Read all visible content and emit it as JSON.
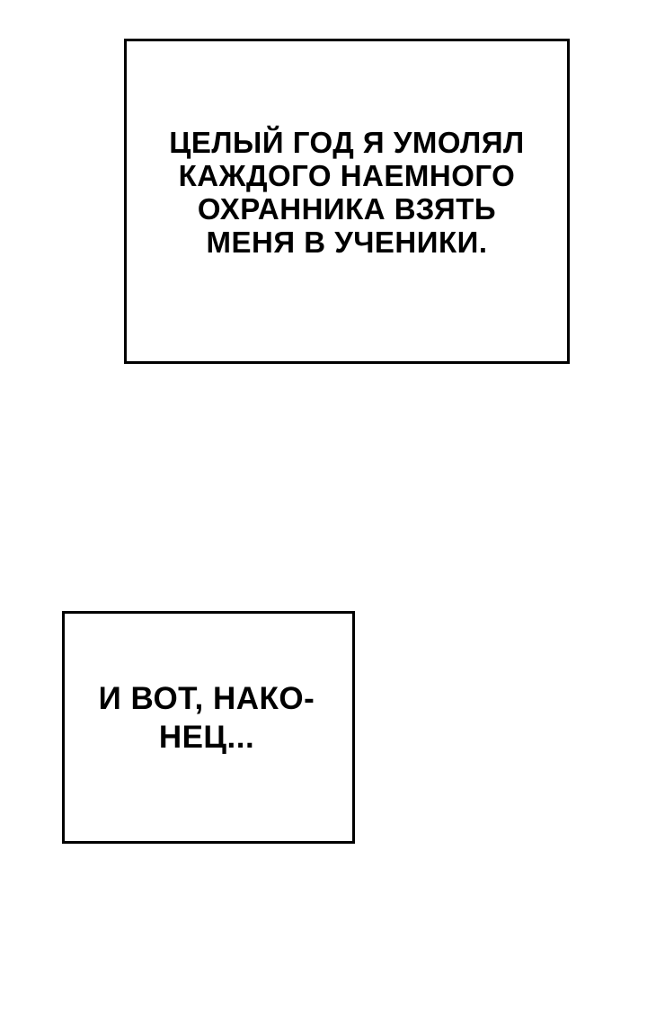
{
  "panels": [
    {
      "lines": [
        "ЦЕЛЫЙ ГОД Я УМОЛЯЛ",
        "КАЖДОГО НАЕМНОГО",
        "ОХРАННИКА ВЗЯТЬ",
        "МЕНЯ В УЧЕНИКИ."
      ]
    },
    {
      "lines": [
        "И ВОТ, НАКО-",
        "НЕЦ..."
      ]
    }
  ],
  "colors": {
    "background": "#ffffff",
    "border": "#000000",
    "text": "#000000"
  }
}
